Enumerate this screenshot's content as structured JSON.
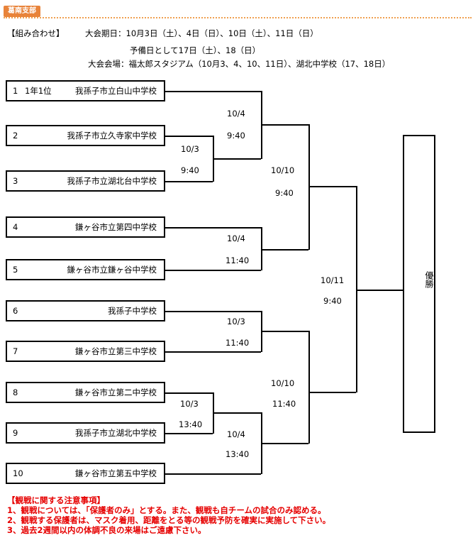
{
  "header": {
    "branch": "葛南支部"
  },
  "info": {
    "heading": "【組み合わせ】",
    "dates": "大会期日：10月3日（土）、4日（日）、10日（土）、11日（日）",
    "reserve": "予備日として17日（土）、18（日）",
    "venue": "大会会場：福太郎スタジアム（10月3、4、10、11日）、湖北中学校（17、18日）"
  },
  "teams": [
    {
      "num": "1",
      "rank": "1年1位",
      "name": "我孫子市立白山中学校"
    },
    {
      "num": "2",
      "rank": "",
      "name": "我孫子市立久寺家中学校"
    },
    {
      "num": "3",
      "rank": "",
      "name": "我孫子市立湖北台中学校"
    },
    {
      "num": "4",
      "rank": "",
      "name": "鎌ヶ谷市立第四中学校"
    },
    {
      "num": "5",
      "rank": "",
      "name": "鎌ヶ谷市立鎌ヶ谷中学校"
    },
    {
      "num": "6",
      "rank": "",
      "name": "我孫子中学校"
    },
    {
      "num": "7",
      "rank": "",
      "name": "鎌ヶ谷市立第三中学校"
    },
    {
      "num": "8",
      "rank": "",
      "name": "鎌ヶ谷市立第二中学校"
    },
    {
      "num": "9",
      "rank": "",
      "name": "我孫子市立湖北中学校"
    },
    {
      "num": "10",
      "rank": "",
      "name": "鎌ヶ谷市立第五中学校"
    }
  ],
  "matches": {
    "m23": {
      "date": "10/3",
      "time": "9:40"
    },
    "m1_23": {
      "date": "10/4",
      "time": "9:40"
    },
    "m45": {
      "date": "10/4",
      "time": "11:40"
    },
    "sf1": {
      "date": "10/10",
      "time": "9:40"
    },
    "m67": {
      "date": "10/3",
      "time": "11:40"
    },
    "m89": {
      "date": "10/3",
      "time": "13:40"
    },
    "m89_10": {
      "date": "10/4",
      "time": "13:40"
    },
    "sf2": {
      "date": "10/10",
      "time": "11:40"
    },
    "final": {
      "date": "10/11",
      "time": "9:40"
    }
  },
  "champion": "優勝",
  "notes": {
    "title": "【観戦に関する注意事項】",
    "items": [
      "1、観戦については、「保護者のみ」とする。また、観戦も自チームの試合のみ認める。",
      "2、観戦する保護者は、マスク着用、距離をとる等の観戦予防を確実に実施して下さい。",
      "3、過去2週間以内の体調不良の来場はご遠慮下さい。"
    ]
  }
}
